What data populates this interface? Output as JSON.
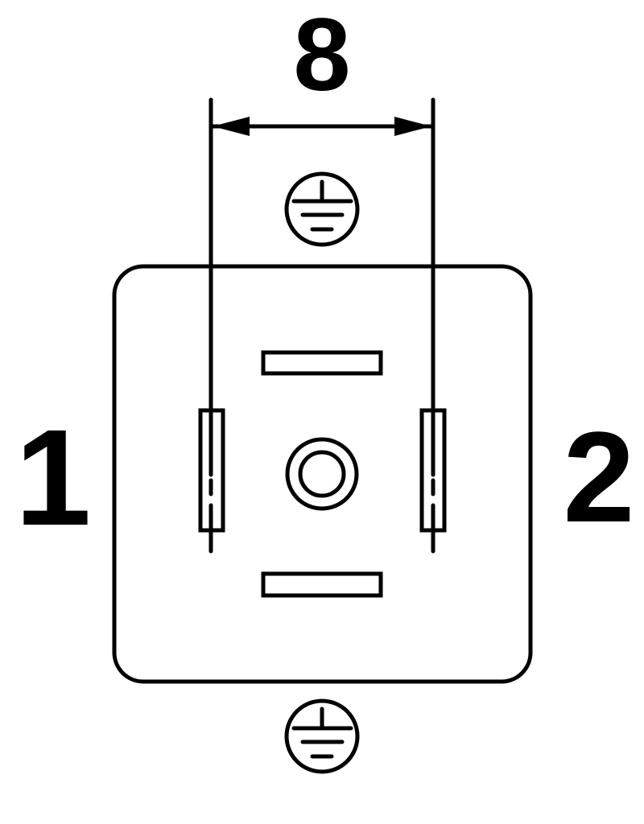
{
  "dimension": {
    "value": "8"
  },
  "pins": {
    "left_label": "1",
    "right_label": "2"
  },
  "symbols": {
    "earth": "protective-earth-icon"
  },
  "colors": {
    "stroke": "#000000",
    "background": "#ffffff"
  }
}
